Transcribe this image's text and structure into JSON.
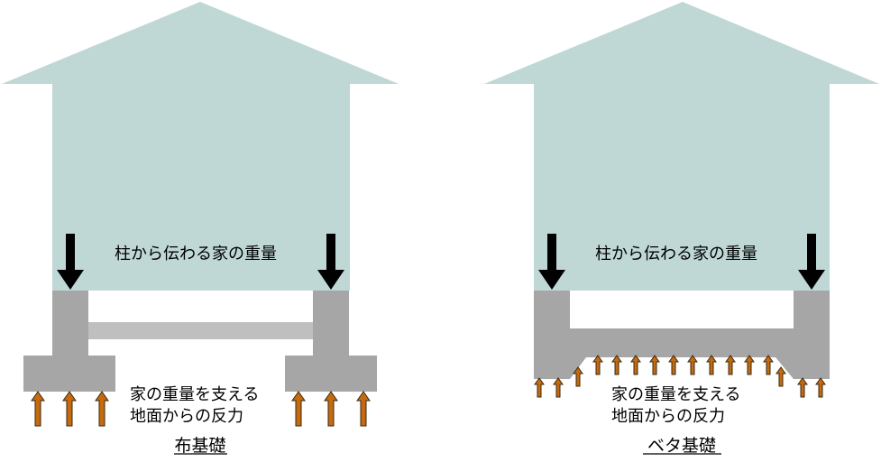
{
  "left_panel": {
    "weight_label": "柱から伝わる家の重量",
    "reaction_label_line1": "家の重量を支える",
    "reaction_label_line2": "地面からの反力",
    "caption": "布基礎"
  },
  "right_panel": {
    "weight_label": "柱から伝わる家の重量",
    "reaction_label_line1": "家の重量を支える",
    "reaction_label_line2": "地面からの反力",
    "caption": "ベタ基礎"
  },
  "colors": {
    "house": "#bfd8d6",
    "foundation": "#a6a6a6",
    "slab_light": "#bfbfbf",
    "load_arrow": "#000000",
    "reaction_arrow": "#c56a0f",
    "reaction_arrow_stroke": "#3a2a10"
  }
}
